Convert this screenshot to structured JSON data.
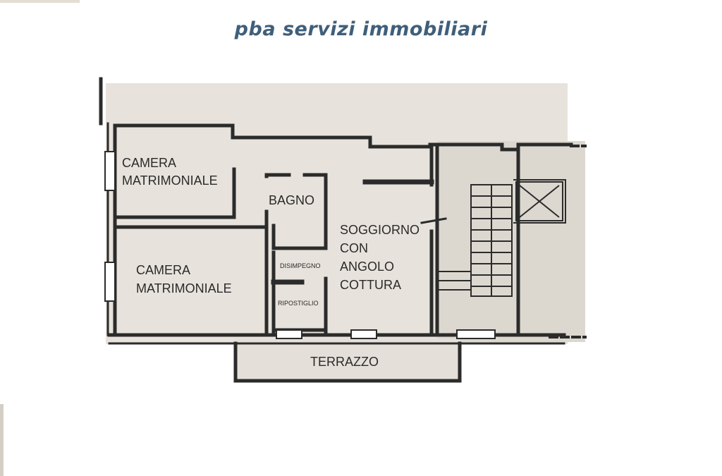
{
  "header": {
    "brand": "pba servizi immobiliari",
    "brand_color": "#3f5f7a"
  },
  "plan": {
    "rooms": {
      "camera_1_line1": "CAMERA",
      "camera_1_line2": "MATRIMONIALE",
      "camera_2_line1": "CAMERA",
      "camera_2_line2": "MATRIMONIALE",
      "bagno": "BAGNO",
      "soggiorno_line1": "SOGGIORNO",
      "soggiorno_line2": "CON",
      "soggiorno_line3": "ANGOLO",
      "soggiorno_line4": "COTTURA",
      "disimpegno": "DISIMPEGNO",
      "ripostiglio": "RIPOSTIGLIO",
      "terrazzo": "TERRAZZO"
    },
    "colors": {
      "paper": "#e7e3dc",
      "wall": "#2b2b2b",
      "ink": "#2a2a2a"
    }
  }
}
